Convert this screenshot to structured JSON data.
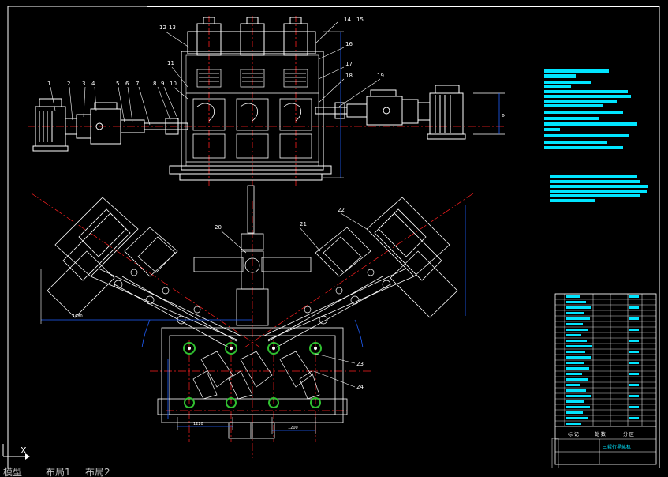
{
  "drawing": {
    "part_numbers": [
      "1",
      "2",
      "3",
      "4",
      "5",
      "6",
      "7",
      "8",
      "9",
      "10",
      "11",
      "12",
      "13",
      "14",
      "15",
      "16",
      "17",
      "18",
      "19",
      "20",
      "21",
      "22",
      "23",
      "24"
    ],
    "dims": {
      "top_right": "Φ",
      "bottom_left": "1680",
      "bottom_mid": "1220",
      "bottom_right": "1200"
    },
    "title_block": {
      "title": "三辊行星轧机",
      "row_labels": [
        "标 记",
        "处 数",
        "分 区"
      ]
    }
  },
  "tabs": {
    "model": "模型",
    "layout1": "布局1",
    "layout2": "布局2"
  },
  "ucs": {
    "axis_x": "X"
  },
  "colors": {
    "background": "#000000",
    "line": "#ffffff",
    "center": "#ff2020",
    "dimension": "#2060ff",
    "note": "#00e5ff",
    "roll": "#30c030"
  }
}
